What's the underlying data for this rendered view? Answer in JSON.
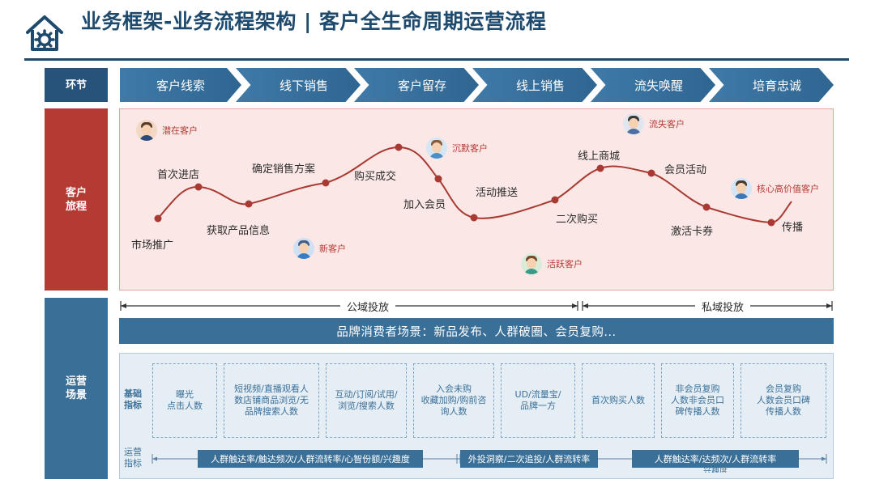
{
  "header": {
    "title": "业务框架-业务流程架构 | 客户全生命周期运营流程"
  },
  "labels": {
    "stage": "环节",
    "journey_line1": "客户",
    "journey_line2": "旅程",
    "ops_line1": "运营",
    "ops_line2": "场景"
  },
  "stages": [
    "客户线索",
    "线下销售",
    "客户留存",
    "线上销售",
    "流失唤醒",
    "培育忠诚"
  ],
  "journey": {
    "steps": [
      "市场推广",
      "首次进店",
      "获取产品信息",
      "确定销售方案",
      "购买成交",
      "加入会员",
      "活动推送",
      "二次购买",
      "线上商城",
      "会员活动",
      "激活卡券",
      "传播"
    ],
    "personas": [
      "潜在客户",
      "新客户",
      "沉默客户",
      "活跃客户",
      "流失客户",
      "核心高价值客户"
    ]
  },
  "domains": {
    "public": "公域投放",
    "private": "私域投放"
  },
  "banner": "品牌消费者场景：新品发布、人群破圈、会员复购...",
  "metrics": {
    "basic_label_1": "基础",
    "basic_label_2": "指标",
    "ops_label_1": "运营",
    "ops_label_2": "指标",
    "basic": [
      [
        "曝光",
        "点击人数"
      ],
      [
        "短视频/直播观看人",
        "数店铺商品浏览/无",
        "品牌搜索人数"
      ],
      [
        "互动/订阅/试用/",
        "浏览/搜索人数"
      ],
      [
        "入会未购",
        "收藏加购/购前咨",
        "询人数"
      ],
      [
        "UD/流量宝/",
        "品牌一方"
      ],
      [
        "首次购买人数"
      ],
      [
        "非会员复购",
        "人数非会员口",
        "碑传播人数"
      ],
      [
        "会员复购",
        "人数会员口碑",
        "传播人数"
      ]
    ],
    "ops": [
      "人群触达率/触达频次/人群流转率/心智份额/兴趣度",
      "外投洞察/二次追投/人群流转率",
      "人群触达率/达频次/人群流转率"
    ],
    "ops_overflow": "兴趣度"
  },
  "colors": {
    "navy": "#1e4a6e",
    "blue": "#3a6f98",
    "red": "#b53a33",
    "pink_bg": "#fbe8e6",
    "light_blue_bg": "#e6eef5"
  }
}
